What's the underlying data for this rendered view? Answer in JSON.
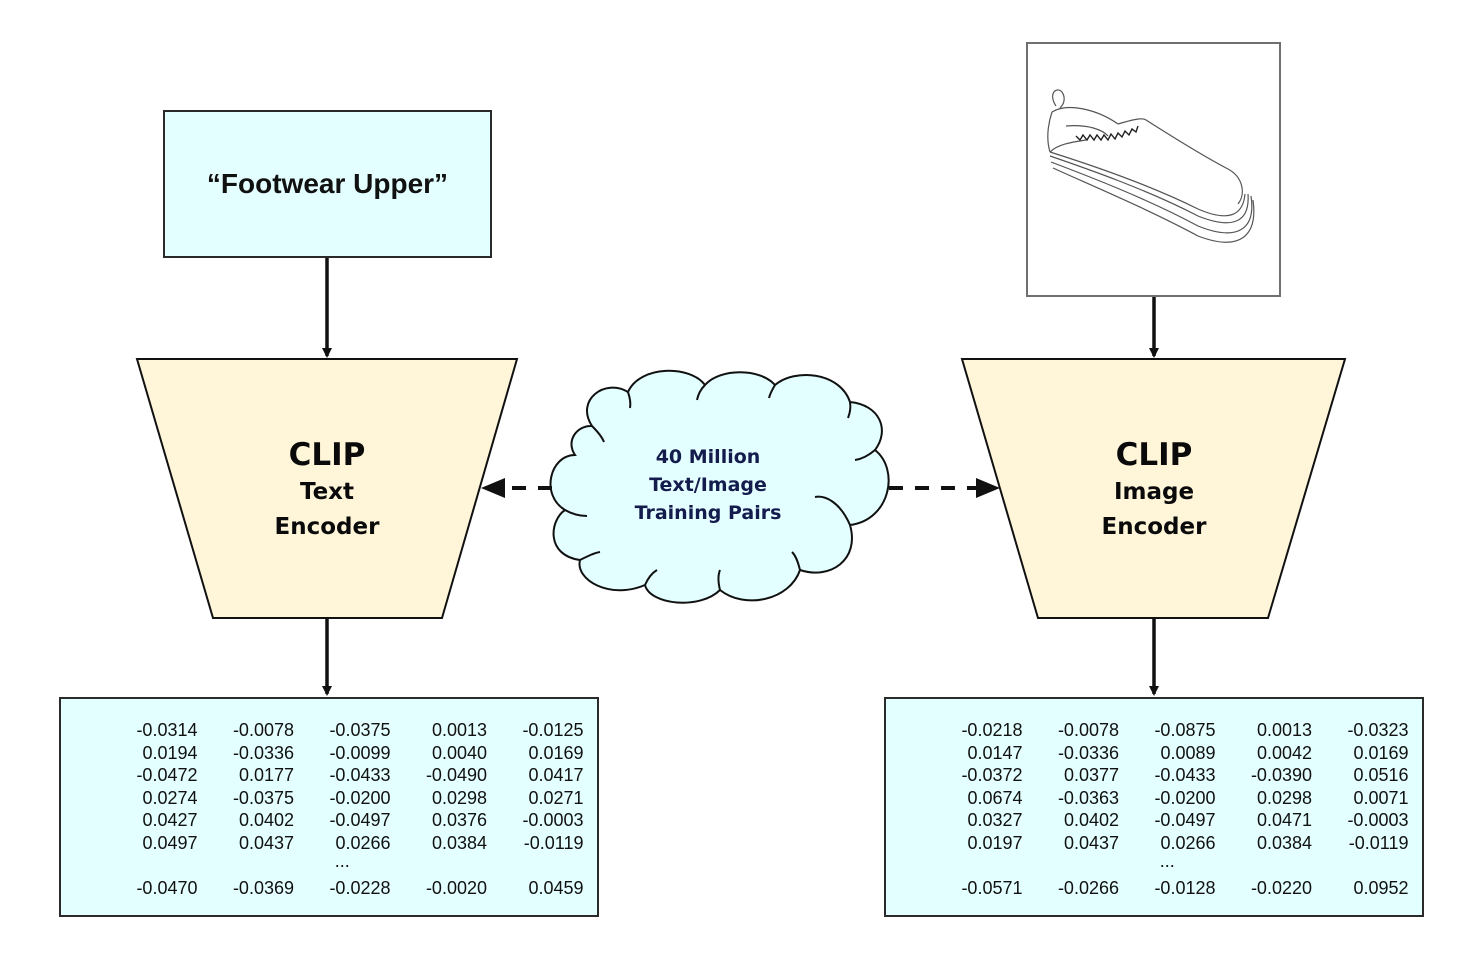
{
  "text_input": {
    "label": "“Footwear Upper”"
  },
  "image_input": {
    "description": "line drawing of slip-on shoe",
    "icon": "shoe-sketch-icon"
  },
  "text_encoder": {
    "title": "CLIP",
    "line1": "Text",
    "line2": "Encoder"
  },
  "image_encoder": {
    "title": "CLIP",
    "line1": "Image",
    "line2": "Encoder"
  },
  "training_data": {
    "line1": "40 Million",
    "line2": "Text/Image",
    "line3": "Training Pairs"
  },
  "colors": {
    "input_fill": "#e4ffff",
    "encoder_fill": "#fff6d9",
    "cloud_fill": "#e4ffff",
    "cloud_text": "#141b4d",
    "stroke": "#111111"
  },
  "text_embedding": {
    "rows": [
      [
        "-0.0314",
        "-0.0078",
        "-0.0375",
        "0.0013",
        "-0.0125"
      ],
      [
        "0.0194",
        "-0.0336",
        "-0.0099",
        "0.0040",
        "0.0169"
      ],
      [
        "-0.0472",
        "0.0177",
        "-0.0433",
        "-0.0490",
        "0.0417"
      ],
      [
        "0.0274",
        "-0.0375",
        "-0.0200",
        "0.0298",
        "0.0271"
      ],
      [
        "0.0427",
        "0.0402",
        "-0.0497",
        "0.0376",
        "-0.0003"
      ],
      [
        "0.0497",
        "0.0437",
        "0.0266",
        "0.0384",
        "-0.0119"
      ]
    ],
    "ellipsis": "...",
    "last_row": [
      "-0.0470",
      "-0.0369",
      "-0.0228",
      "-0.0020",
      "0.0459"
    ]
  },
  "image_embedding": {
    "rows": [
      [
        "-0.0218",
        "-0.0078",
        "-0.0875",
        "0.0013",
        "-0.0323"
      ],
      [
        "0.0147",
        "-0.0336",
        "0.0089",
        "0.0042",
        "0.0169"
      ],
      [
        "-0.0372",
        "0.0377",
        "-0.0433",
        "-0.0390",
        "0.0516"
      ],
      [
        "0.0674",
        "-0.0363",
        "-0.0200",
        "0.0298",
        "0.0071"
      ],
      [
        "0.0327",
        "0.0402",
        "-0.0497",
        "0.0471",
        "-0.0003"
      ],
      [
        "0.0197",
        "0.0437",
        "0.0266",
        "0.0384",
        "-0.0119"
      ]
    ],
    "ellipsis": "...",
    "last_row": [
      "-0.0571",
      "-0.0266",
      "-0.0128",
      "-0.0220",
      "0.0952"
    ]
  }
}
